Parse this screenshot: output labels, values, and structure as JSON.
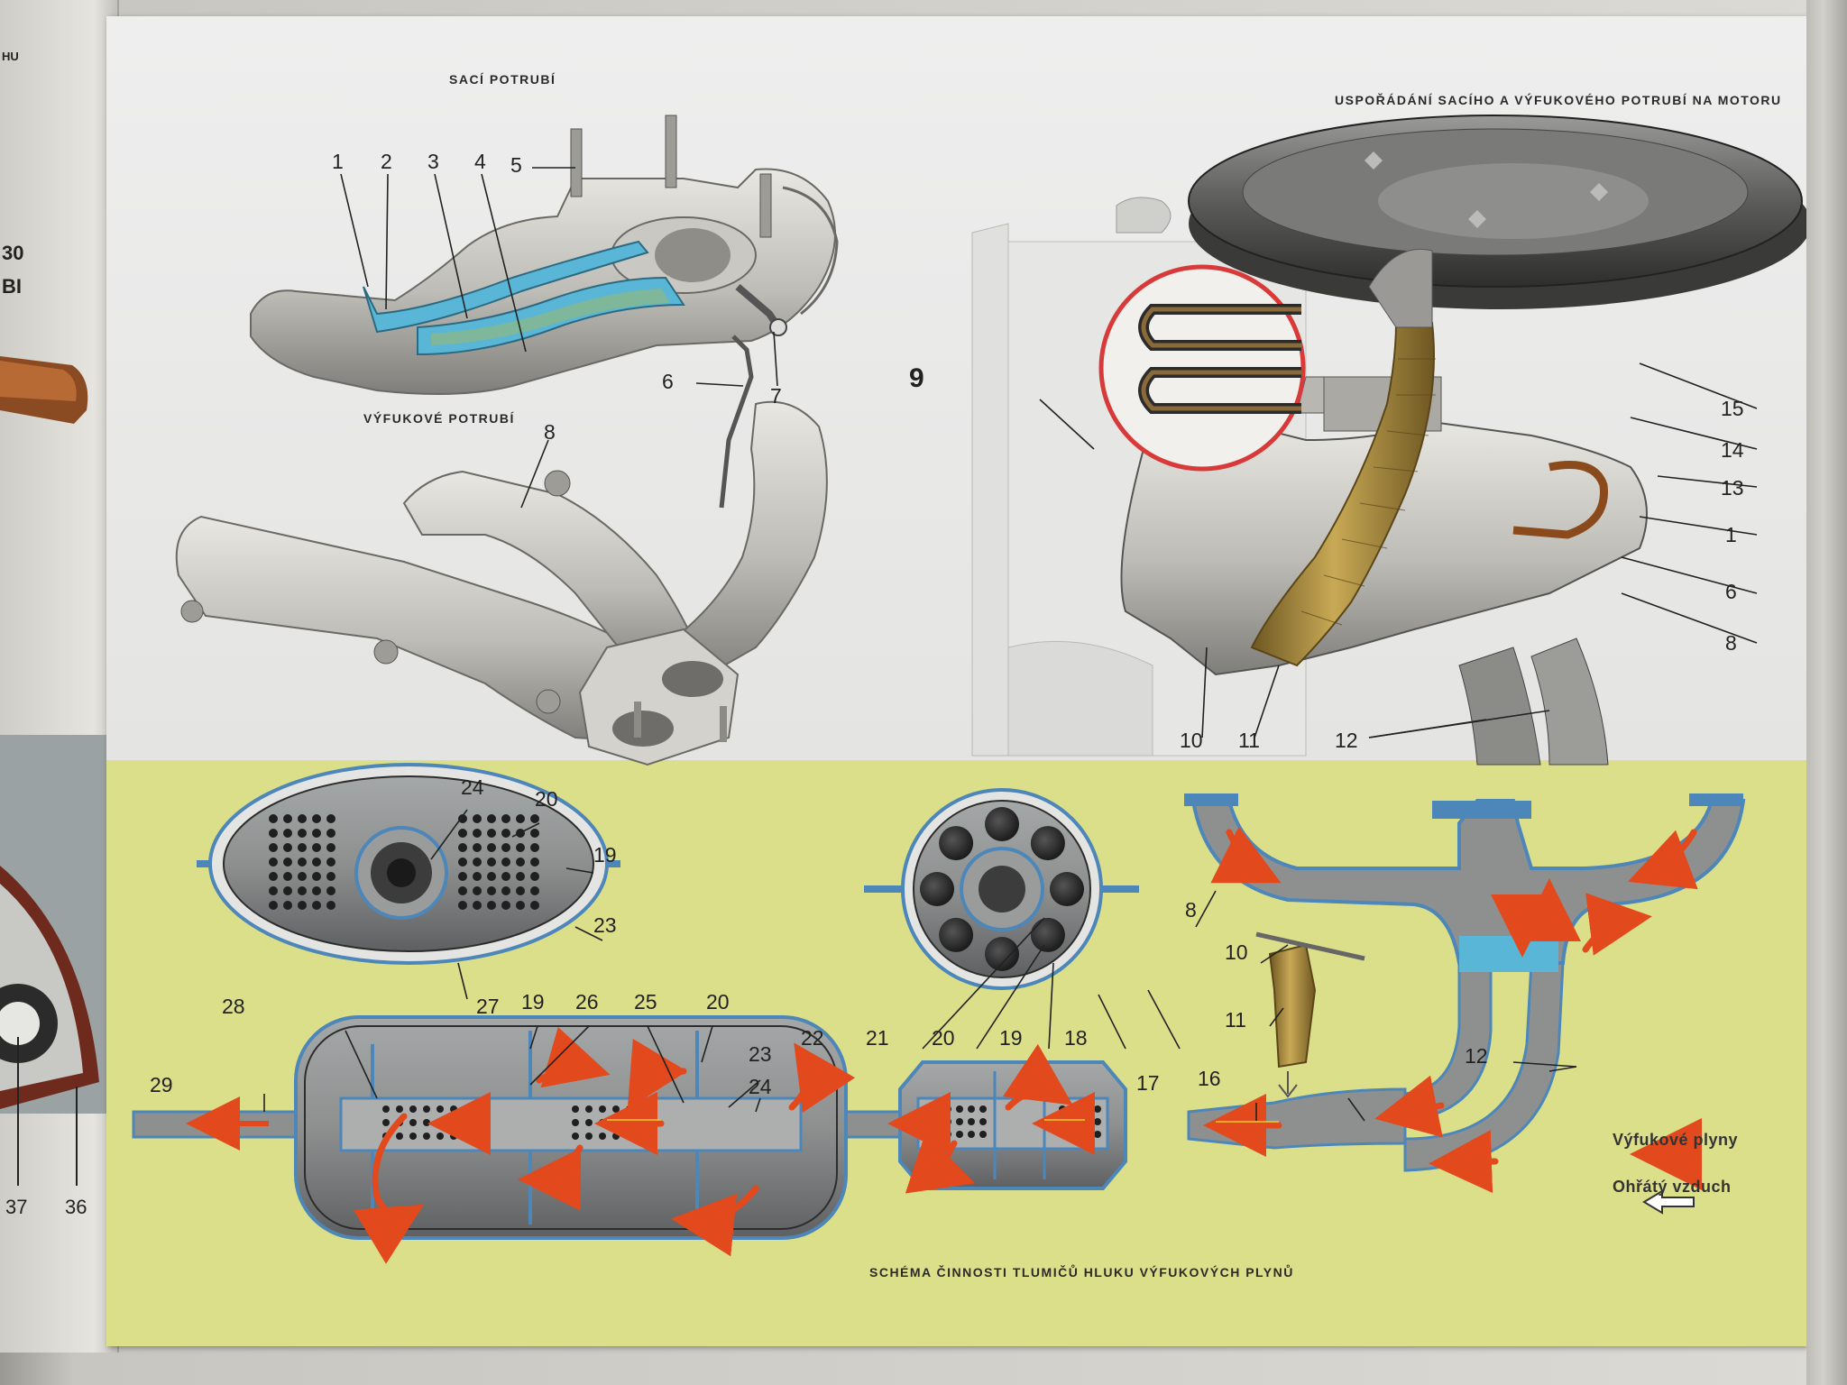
{
  "captions": {
    "intake": "SACÍ POTRUBÍ",
    "exhaust": "VÝFUKOVÉ POTRUBÍ",
    "arrangement": "USPOŘÁDÁNÍ SACÍHO A VÝFUKOVÉHO POTRUBÍ NA MOTORU",
    "schema": "SCHÉMA ČINNOSTI TLUMIČŮ HLUKU VÝFUKOVÝCH PLYNŮ"
  },
  "left_page_fragments": [
    "HU",
    "30",
    "BI",
    "37",
    "36"
  ],
  "callouts_intake": [
    "1",
    "2",
    "3",
    "4",
    "5",
    "6",
    "7"
  ],
  "callouts_exhaust": [
    "8",
    "9"
  ],
  "callouts_engine": [
    "15",
    "14",
    "13",
    "1",
    "6",
    "8",
    "10",
    "11",
    "12"
  ],
  "callouts_oval": [
    "24",
    "20",
    "19",
    "23",
    "27"
  ],
  "callouts_round": [
    "22",
    "21",
    "20",
    "19",
    "18"
  ],
  "callouts_rear_muffler": [
    "28",
    "19",
    "26",
    "25",
    "20",
    "23",
    "24",
    "29"
  ],
  "callouts_pipes": [
    "17",
    "16",
    "12",
    "8",
    "10",
    "11"
  ],
  "legend": {
    "exhaust_gas": "Výfukové plyny",
    "warm_air": "Ohřátý vzduch"
  },
  "colors": {
    "casting": "#bdbcb6",
    "casting_shadow": "#7f7e7a",
    "coolant_blue": "#5ab6d6",
    "heater_green": "#7fb79a",
    "hose_bronze": "#a88a3e",
    "muffler_body": "#8e9090",
    "muffler_outline": "#4d86b8",
    "exhaust_arrow": "#e2491c",
    "arrow_glow": "#f3c22d",
    "schema_bg": "#dcdf8a",
    "detail_circle": "#d83a3a"
  }
}
